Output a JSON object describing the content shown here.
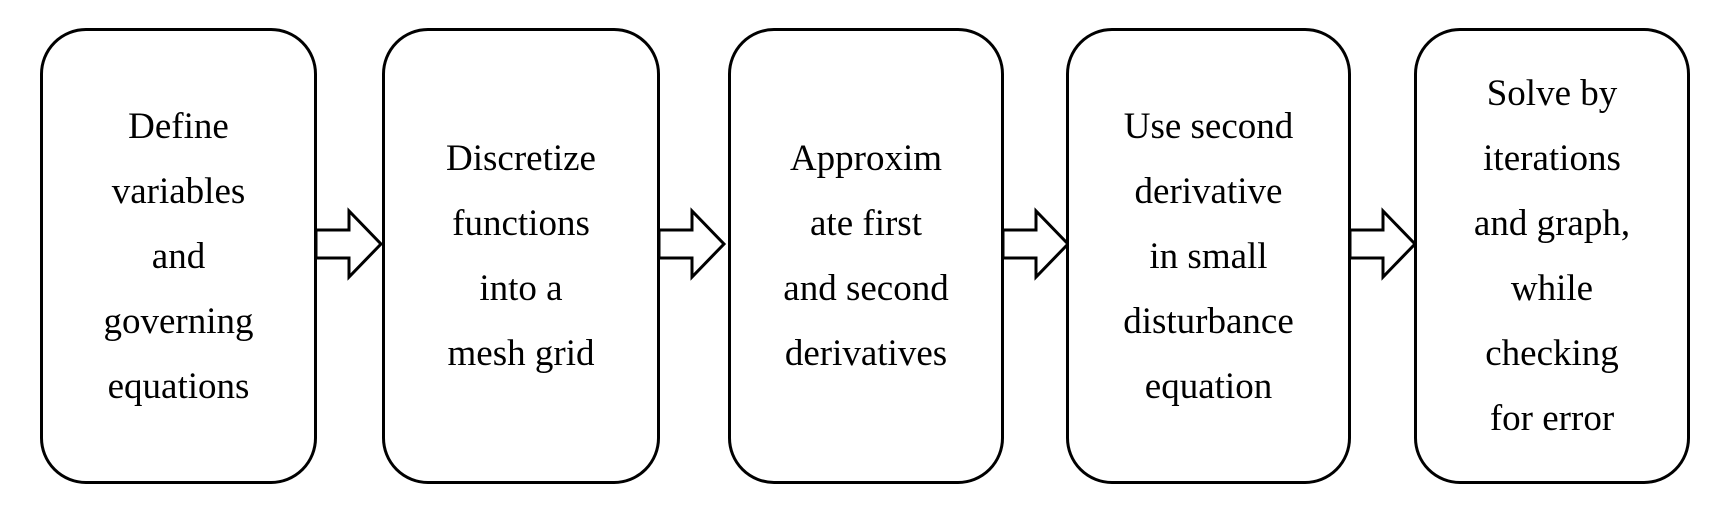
{
  "steps": [
    {
      "lines": [
        "Define",
        "variables",
        "and",
        "governing",
        "equations"
      ]
    },
    {
      "lines": [
        "Discretize",
        "functions",
        "into a",
        "mesh grid"
      ]
    },
    {
      "lines": [
        "Approxim",
        "ate first",
        "and second",
        "derivatives"
      ]
    },
    {
      "lines": [
        "Use second",
        "derivative",
        "in small",
        "disturbance",
        "equation"
      ]
    },
    {
      "lines": [
        "Solve by",
        "iterations",
        "and graph,",
        "while",
        "checking",
        "for error"
      ]
    }
  ],
  "arrows": [
    {
      "icon": "block-arrow-right-icon"
    },
    {
      "icon": "block-arrow-right-icon"
    },
    {
      "icon": "block-arrow-right-icon"
    },
    {
      "icon": "block-arrow-right-icon"
    }
  ],
  "colors": {
    "stroke": "#000000",
    "fill": "#ffffff",
    "text": "#000000"
  }
}
